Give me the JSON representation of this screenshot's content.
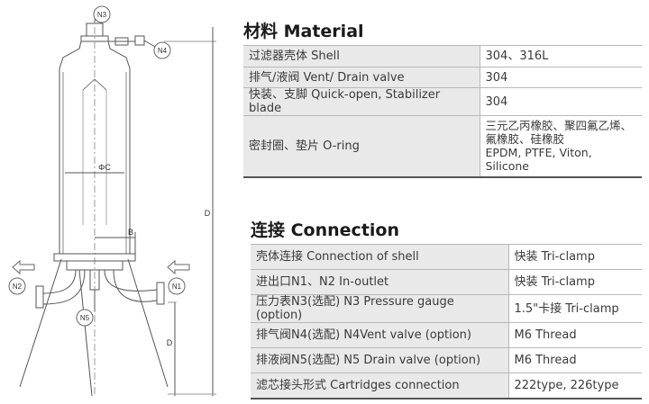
{
  "drawing": {
    "labels": {
      "n3": "N3",
      "n4": "N4",
      "n1": "N1",
      "n2": "N2",
      "n5": "N5",
      "phi_c": "ΦC",
      "b": "B",
      "d_upper": "D",
      "d_lower": "D"
    }
  },
  "material": {
    "title": "材料 Material",
    "rows": [
      {
        "label": "过滤器壳体 Shell",
        "value": "304、316L"
      },
      {
        "label": "排气/液阀 Vent/ Drain valve",
        "value": "304"
      },
      {
        "label": "快装、支脚 Quick-open, Stabilizer blade",
        "value": "304"
      },
      {
        "label": "密封圈、垫片 O-ring",
        "value_lines": [
          "三元乙丙橡胶、聚四氟乙烯、",
          "氟橡胶、硅橡胶",
          "EPDM, PTFE, Viton, Silicone"
        ]
      }
    ]
  },
  "connection": {
    "title": "连接 Connection",
    "rows": [
      {
        "label": "壳体连接 Connection of shell",
        "value": "快装 Tri-clamp"
      },
      {
        "label": "进出口N1、N2 In-outlet",
        "value": "快装 Tri-clamp"
      },
      {
        "label": "压力表N3(选配) N3 Pressure gauge (option)",
        "value": "1.5\"卡接 Tri-clamp"
      },
      {
        "label": "排气阀N4(选配) N4Vent valve (option)",
        "value": "M6 Thread"
      },
      {
        "label": "排液阀N5(选配) N5 Drain valve (option)",
        "value": "M6 Thread"
      },
      {
        "label": "滤芯接头形式 Cartridges connection",
        "value": "222type, 226type"
      }
    ]
  }
}
